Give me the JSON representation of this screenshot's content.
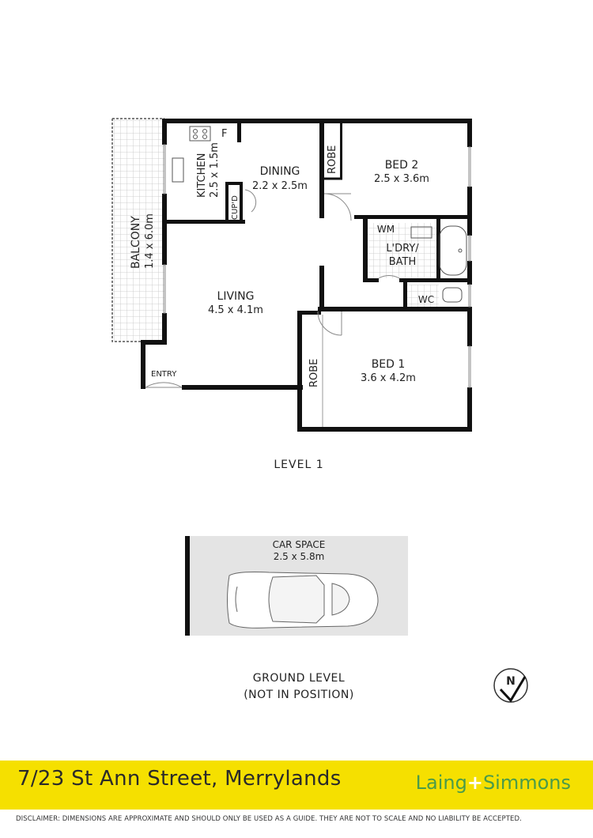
{
  "rooms": {
    "kitchen": {
      "name": "KITCHEN",
      "size": "2.5 x 1.5m"
    },
    "fridge": "F",
    "cupboard": "CUP'D",
    "dining": {
      "name": "DINING",
      "size": "2.2 x 2.5m"
    },
    "robe_bed2": "ROBE",
    "bed2": {
      "name": "BED 2",
      "size": "2.5 x 3.6m"
    },
    "balcony": {
      "name": "BALCONY",
      "size": "1.4 x 6.0m"
    },
    "wm": "WM",
    "laundry_bath": {
      "line1": "L'DRY/",
      "line2": "BATH"
    },
    "wc": "WC",
    "living": {
      "name": "LIVING",
      "size": "4.5 x 4.1m"
    },
    "robe_bed1": "ROBE",
    "bed1": {
      "name": "BED 1",
      "size": "3.6 x 4.2m"
    },
    "entry": "ENTRY"
  },
  "level1_label": "LEVEL 1",
  "car_space": {
    "name": "CAR SPACE",
    "size": "2.5 x 5.8m"
  },
  "ground_level": {
    "line1": "GROUND LEVEL",
    "line2": "(NOT IN POSITION)"
  },
  "compass_letter": "N",
  "footer": {
    "address": "7/23 St Ann Street, Merrylands",
    "brand_left": "Laing",
    "brand_plus": "+",
    "brand_right": "Simmons",
    "disclaimer": "DISCLAIMER: DIMENSIONS ARE APPROXIMATE AND SHOULD ONLY BE USED AS A GUIDE. THEY ARE NOT TO SCALE AND NO LIABILITY BE ACCEPTED."
  },
  "colors": {
    "wall": "#111111",
    "tile": "#bdbdbd",
    "footer_bg": "#f5e000",
    "brand_green": "#4a9b4a",
    "car_space_bg": "#e4e4e4"
  }
}
